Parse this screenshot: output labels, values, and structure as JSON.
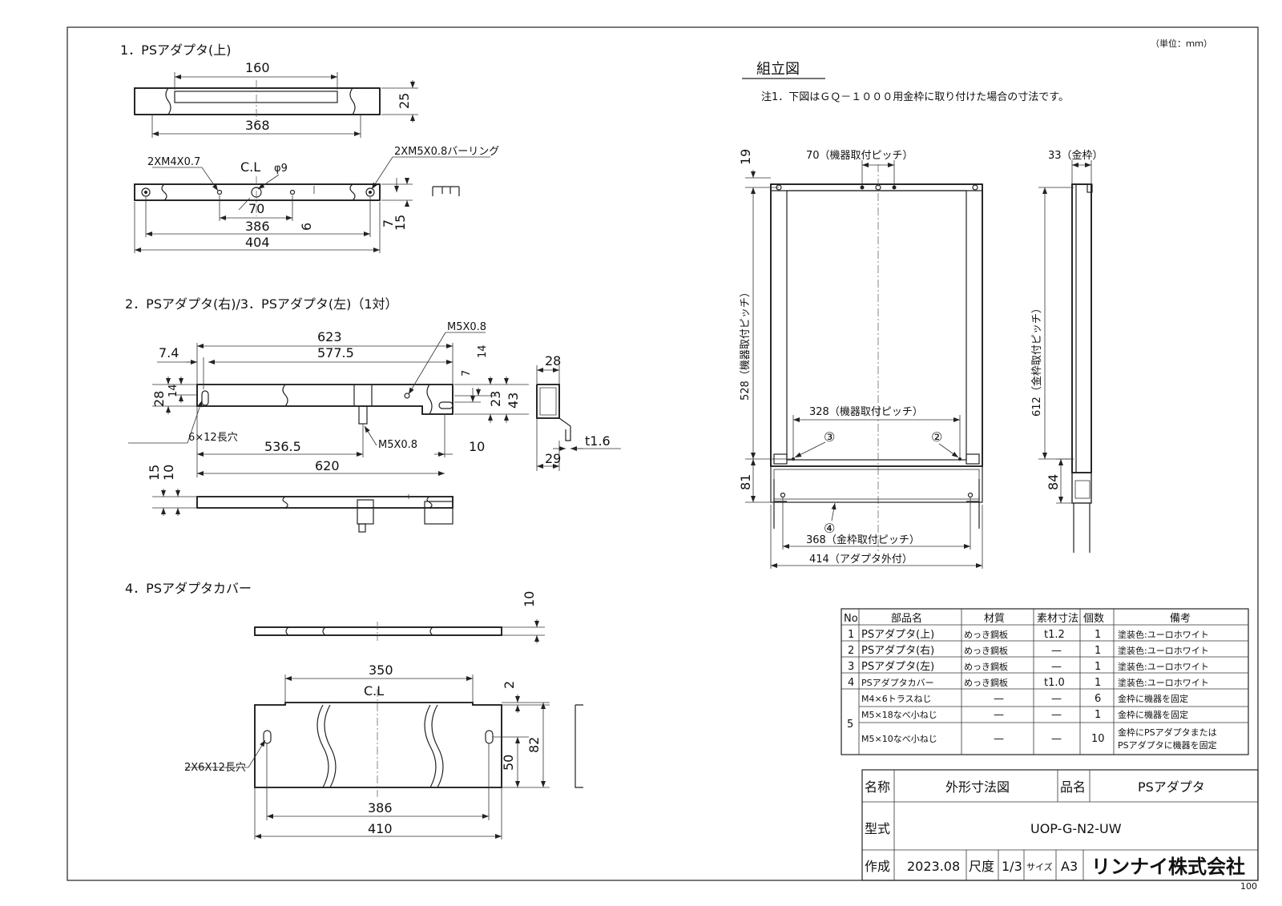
{
  "unit": "（単位：ｍｍ）",
  "page_number": "100",
  "section1": {
    "title": "1．PSアダプタ(上)",
    "dims": {
      "d160": "160",
      "d368": "368",
      "d25": "25",
      "d70": "70",
      "d386": "386",
      "d404": "404",
      "d6": "6",
      "d7": "7",
      "d15": "15"
    },
    "labels": {
      "m4": "2XM4X0.7",
      "cl": "C.L",
      "phi": "φ9",
      "m5burring": "2XM5X0.8バーリング"
    }
  },
  "section2": {
    "title": "2．PSアダプタ(右)/3．PSアダプタ(左)（1対）",
    "dims": {
      "d623": "623",
      "d577": "577.5",
      "d74": "7.4",
      "d14a": "14",
      "d28": "28",
      "d14b": "14",
      "d7": "7",
      "d23": "23",
      "d43": "43",
      "d5365": "536.5",
      "d10": "10",
      "d620": "620",
      "d28b": "28",
      "d29": "29",
      "t16": "t1.6",
      "d15": "15",
      "d10b": "10"
    },
    "labels": {
      "m5a": "M5X0.8",
      "m5b": "M5X0.8",
      "slot": "6×12長穴"
    }
  },
  "section4": {
    "title": "4．PSアダプタカバー",
    "dims": {
      "d10": "10",
      "d350": "350",
      "d2": "2",
      "d82": "82",
      "d50": "50",
      "d386": "386",
      "d410": "410"
    },
    "labels": {
      "cl": "C.L",
      "slot": "2X6X12長穴"
    }
  },
  "assembly": {
    "title": "組立図",
    "note": "注1．下図はＧＱ－１０００用金枠に取り付けた場合の寸法です。",
    "dims": {
      "d19": "19",
      "d70": "70（機器取付ピッチ）",
      "d33": "33（金枠）",
      "d528": "528（機器取付ピッチ）",
      "d612": "612（金枠取付ピッチ）",
      "d328": "328（機器取付ピッチ）",
      "d81": "81",
      "d84": "84",
      "d368": "368（金枠取付ピッチ）",
      "d414": "414（アダプタ外付）"
    },
    "markers": [
      "③",
      "②",
      "④"
    ]
  },
  "parts_table": {
    "headers": [
      "No",
      "部品名",
      "材質",
      "素材寸法",
      "個数",
      "備考"
    ],
    "rows": [
      {
        "no": "1",
        "name": "PSアダプタ(上)",
        "material": "めっき鋼板",
        "size": "t1.2",
        "qty": "1",
        "note": "塗装色:ユーロホワイト"
      },
      {
        "no": "2",
        "name": "PSアダプタ(右)",
        "material": "めっき鋼板",
        "size": "—",
        "qty": "1",
        "note": "塗装色:ユーロホワイト"
      },
      {
        "no": "3",
        "name": "PSアダプタ(左)",
        "material": "めっき鋼板",
        "size": "—",
        "qty": "1",
        "note": "塗装色:ユーロホワイト"
      },
      {
        "no": "4",
        "name": "PSアダプタカバー",
        "material": "めっき鋼板",
        "size": "t1.0",
        "qty": "1",
        "note": "塗装色:ユーロホワイト"
      }
    ],
    "group_no": "5",
    "group_rows": [
      {
        "name": "M4×6トラスねじ",
        "material": "—",
        "size": "—",
        "qty": "6",
        "note": "金枠に機器を固定"
      },
      {
        "name": "M5×18なべ小ねじ",
        "material": "—",
        "size": "—",
        "qty": "1",
        "note": "金枠に機器を固定"
      },
      {
        "name": "M5×10なべ小ねじ",
        "material": "—",
        "size": "—",
        "qty": "10",
        "note1": "金枠にPSアダプタまたは",
        "note2": "PSアダプタに機器を固定"
      }
    ]
  },
  "title_block": {
    "name_label": "名称",
    "name_value": "外形寸法図",
    "product_label": "品名",
    "product_value": "PSアダプタ",
    "model_label": "型式",
    "model_value": "UOP-G-N2-UW",
    "made_label": "作成",
    "date": "2023.08",
    "scale_label": "尺度",
    "scale": "1/3",
    "size_label": "サイズ",
    "size": "A3",
    "company": "リンナイ株式会社"
  }
}
